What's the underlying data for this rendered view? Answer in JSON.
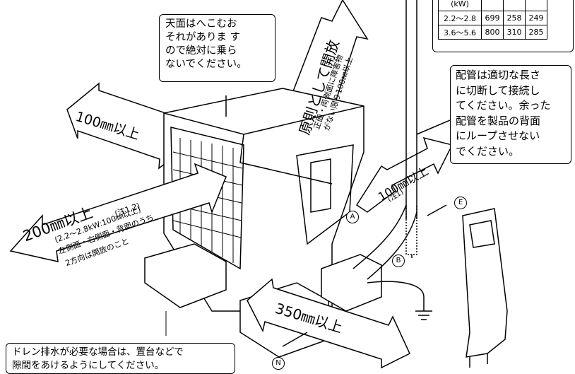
{
  "notes": {
    "top_surface": [
      "天面はへこむお",
      "それがありま す",
      "ので絶対に乗ら",
      "ないでください。"
    ],
    "piping": [
      "配管は適切な長さ",
      "に切断して接続し",
      "てください。余った",
      "配管を製品の背面",
      "にループさせない",
      "でください。"
    ],
    "drain": [
      "ドレン排水が必要な場合は、置台などで",
      "隙間をあけるようにしてください。"
    ]
  },
  "table": {
    "header": [
      "(kW)",
      "",
      "",
      ""
    ],
    "rows": [
      [
        "2.2〜2.8",
        "699",
        "258",
        "249"
      ],
      [
        "3.6〜5.6",
        "800",
        "310",
        "285"
      ]
    ]
  },
  "clearances": {
    "left": "100㎜以上",
    "top_main": "原則として開放",
    "top_sub": [
      "正面・両側面に障害物",
      "がない限り100㎜以上"
    ],
    "back_main": "200㎜以上",
    "back_note": "(注1,2)",
    "back_sub1": "(2.2〜2.8kW:100㎜以上)",
    "back_sub2": "左側面・右側面・背面のうち",
    "back_sub3": "2方向は開放のこと",
    "right_main": "100㎜以上",
    "right_note": "(注1)",
    "front": "350㎜以上"
  },
  "markers": {
    "a": "A",
    "b": "B",
    "e": "E",
    "n": "N"
  }
}
